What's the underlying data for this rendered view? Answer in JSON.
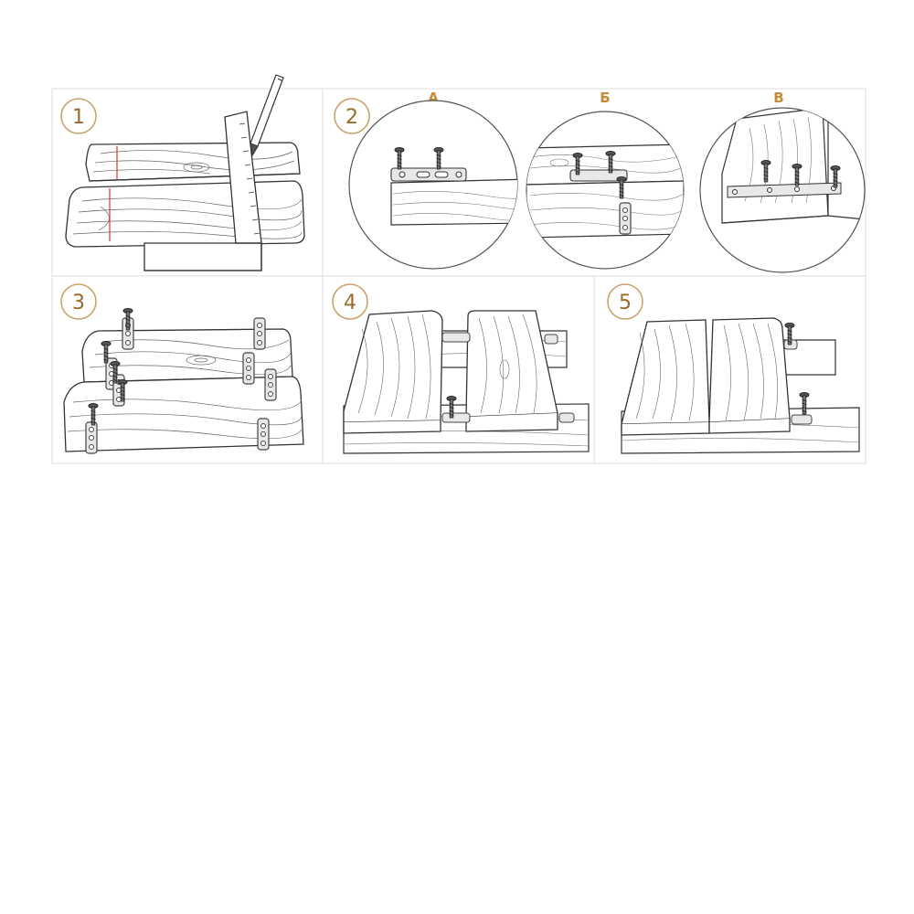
{
  "steps": [
    {
      "number": "1"
    },
    {
      "number": "2",
      "sub_labels": [
        "А",
        "Б",
        "В"
      ]
    },
    {
      "number": "3"
    },
    {
      "number": "4"
    },
    {
      "number": "5"
    }
  ],
  "colors": {
    "step_circle": "#c9a36b",
    "step_text": "#9a6a2a",
    "sub_letter": "#c88a3a",
    "marking_line": "#e0463a",
    "outline": "#333333",
    "panel_border": "#dcdcdc"
  }
}
